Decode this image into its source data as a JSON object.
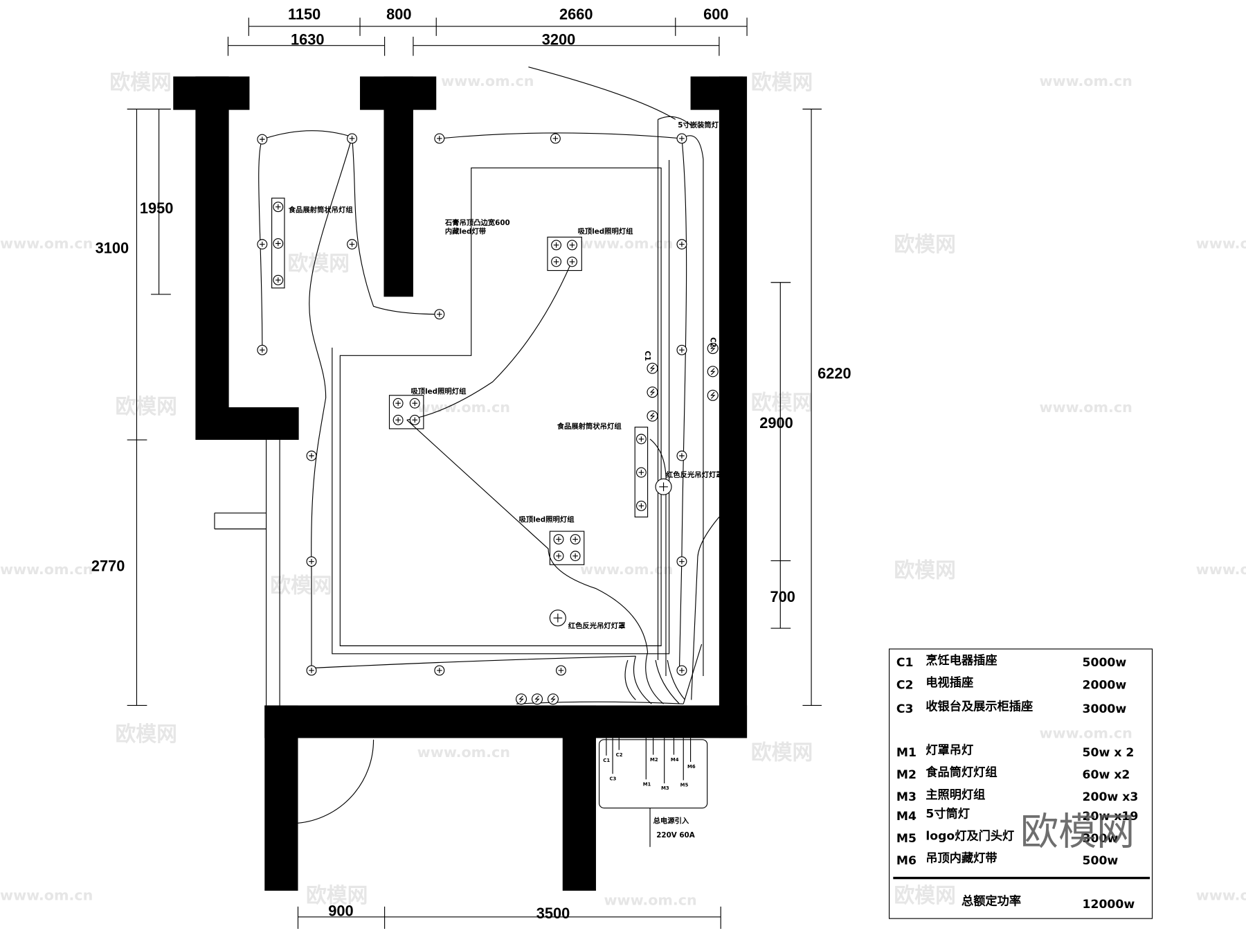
{
  "dimensions": {
    "top_row1": [
      "1150",
      "800",
      "2660",
      "600"
    ],
    "top_row2": [
      "1630",
      "3200"
    ],
    "left": [
      "1950",
      "3100",
      "2770"
    ],
    "right": [
      "6220",
      "2900",
      "700"
    ],
    "bottom": [
      "900",
      "3500"
    ]
  },
  "labels": {
    "downlight": "5寸嵌装筒灯",
    "food_pendant_left": "食品展射筒状吊灯组",
    "food_pendant_right": "食品展射筒状吊灯组",
    "ceiling_line1": "石膏吊顶凸边宽600",
    "ceiling_line2": "内藏led灯带",
    "led_group_1": "吸顶led照明灯组",
    "led_group_2": "吸顶led照明灯组",
    "led_group_3": "吸顶led照明灯组",
    "red_shade_1": "红色反光吊灯灯罩",
    "red_shade_2": "红色反光吊灯灯罩",
    "c1_tag": "C1",
    "c2_tag": "C2"
  },
  "panel": {
    "circuits": [
      "C1",
      "C3",
      "C2",
      "M1",
      "M2",
      "M3",
      "M4",
      "M5",
      "M6"
    ],
    "feed_label": "总电源引入",
    "feed_spec": "220V  60A"
  },
  "legend": {
    "items": [
      {
        "code": "C1",
        "name": "烹饪电器插座",
        "power": "5000w"
      },
      {
        "code": "C2",
        "name": "电视插座",
        "power": "2000w"
      },
      {
        "code": "C3",
        "name": "收银台及展示柜插座",
        "power": "3000w"
      },
      {
        "code": "M1",
        "name": "灯罩吊灯",
        "power": "50w x 2"
      },
      {
        "code": "M2",
        "name": "食品筒灯灯组",
        "power": "60w x2"
      },
      {
        "code": "M3",
        "name": "主照明灯组",
        "power": "200w x3"
      },
      {
        "code": "M4",
        "name": "5寸筒灯",
        "power": "20w x19"
      },
      {
        "code": "M5",
        "name": "logo灯及门头灯",
        "power": "300w"
      },
      {
        "code": "M6",
        "name": "吊顶内藏灯带",
        "power": "500w"
      }
    ],
    "total_label": "总额定功率",
    "total_value": "12000w"
  },
  "watermark": {
    "brand": "欧模网",
    "url": "www.om.cn"
  }
}
